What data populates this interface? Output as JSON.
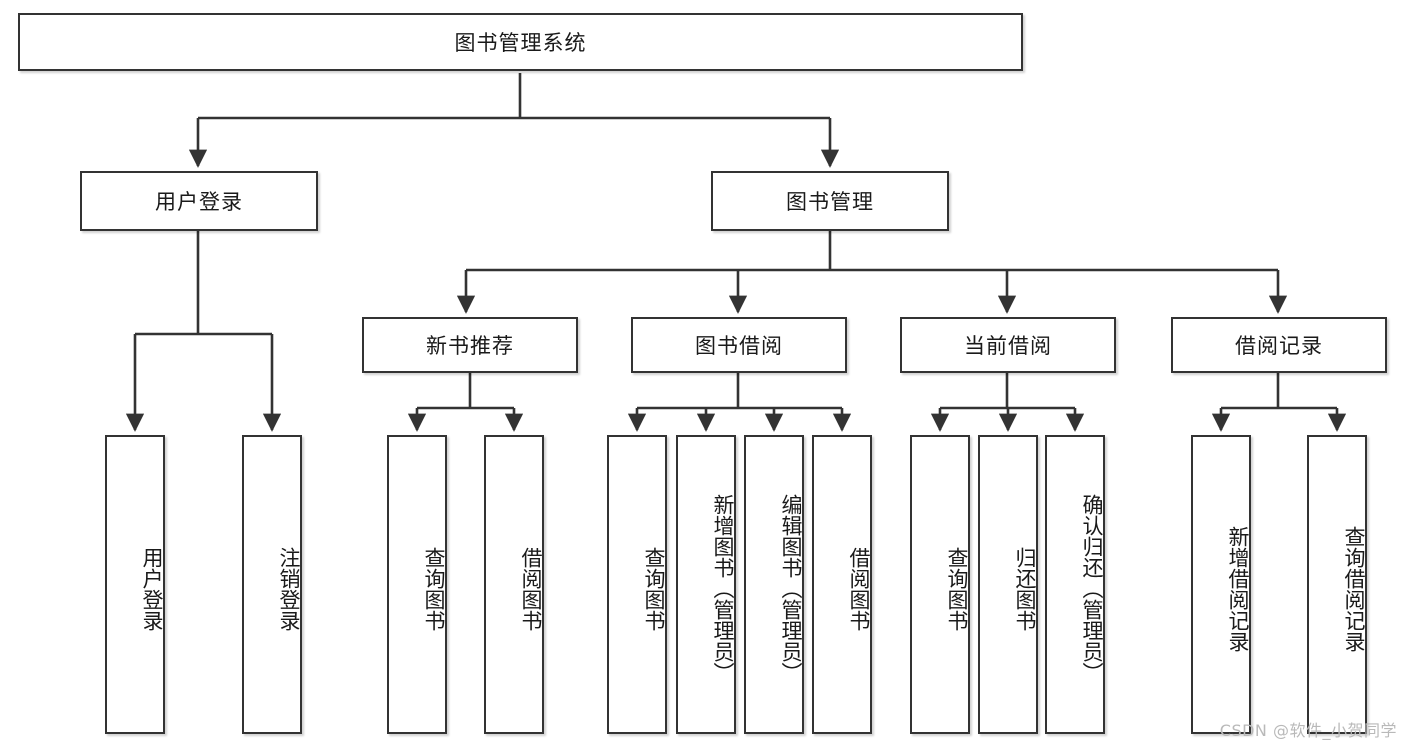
{
  "diagram": {
    "title": "图书管理系统",
    "type": "tree-hierarchy-diagram",
    "root": {
      "label": "图书管理系统"
    },
    "level1": [
      {
        "label": "用户登录"
      },
      {
        "label": "图书管理"
      }
    ],
    "level2": [
      {
        "label": "新书推荐"
      },
      {
        "label": "图书借阅"
      },
      {
        "label": "当前借阅"
      },
      {
        "label": "借阅记录"
      }
    ],
    "leaves": {
      "user_login": [
        {
          "label": "用户登录"
        },
        {
          "label": "注销登录"
        }
      ],
      "new_book_recommend": [
        {
          "label": "查询图书"
        },
        {
          "label": "借阅图书"
        }
      ],
      "book_borrow": [
        {
          "label": "查询图书"
        },
        {
          "label": "新增图书（管理员）"
        },
        {
          "label": "编辑图书（管理员）"
        },
        {
          "label": "借阅图书"
        }
      ],
      "current_borrow": [
        {
          "label": "查询图书"
        },
        {
          "label": "归还图书"
        },
        {
          "label": "确认归还（管理员）"
        }
      ],
      "borrow_record": [
        {
          "label": "新增借阅记录"
        },
        {
          "label": "查询借阅记录"
        }
      ]
    }
  },
  "watermark": {
    "text": "CSDN @软件_小贺同学"
  },
  "colors": {
    "border": "#333333",
    "background": "#ffffff",
    "text": "#1a1a1a",
    "edge": "#333333",
    "watermark": "#b9b9b9"
  }
}
